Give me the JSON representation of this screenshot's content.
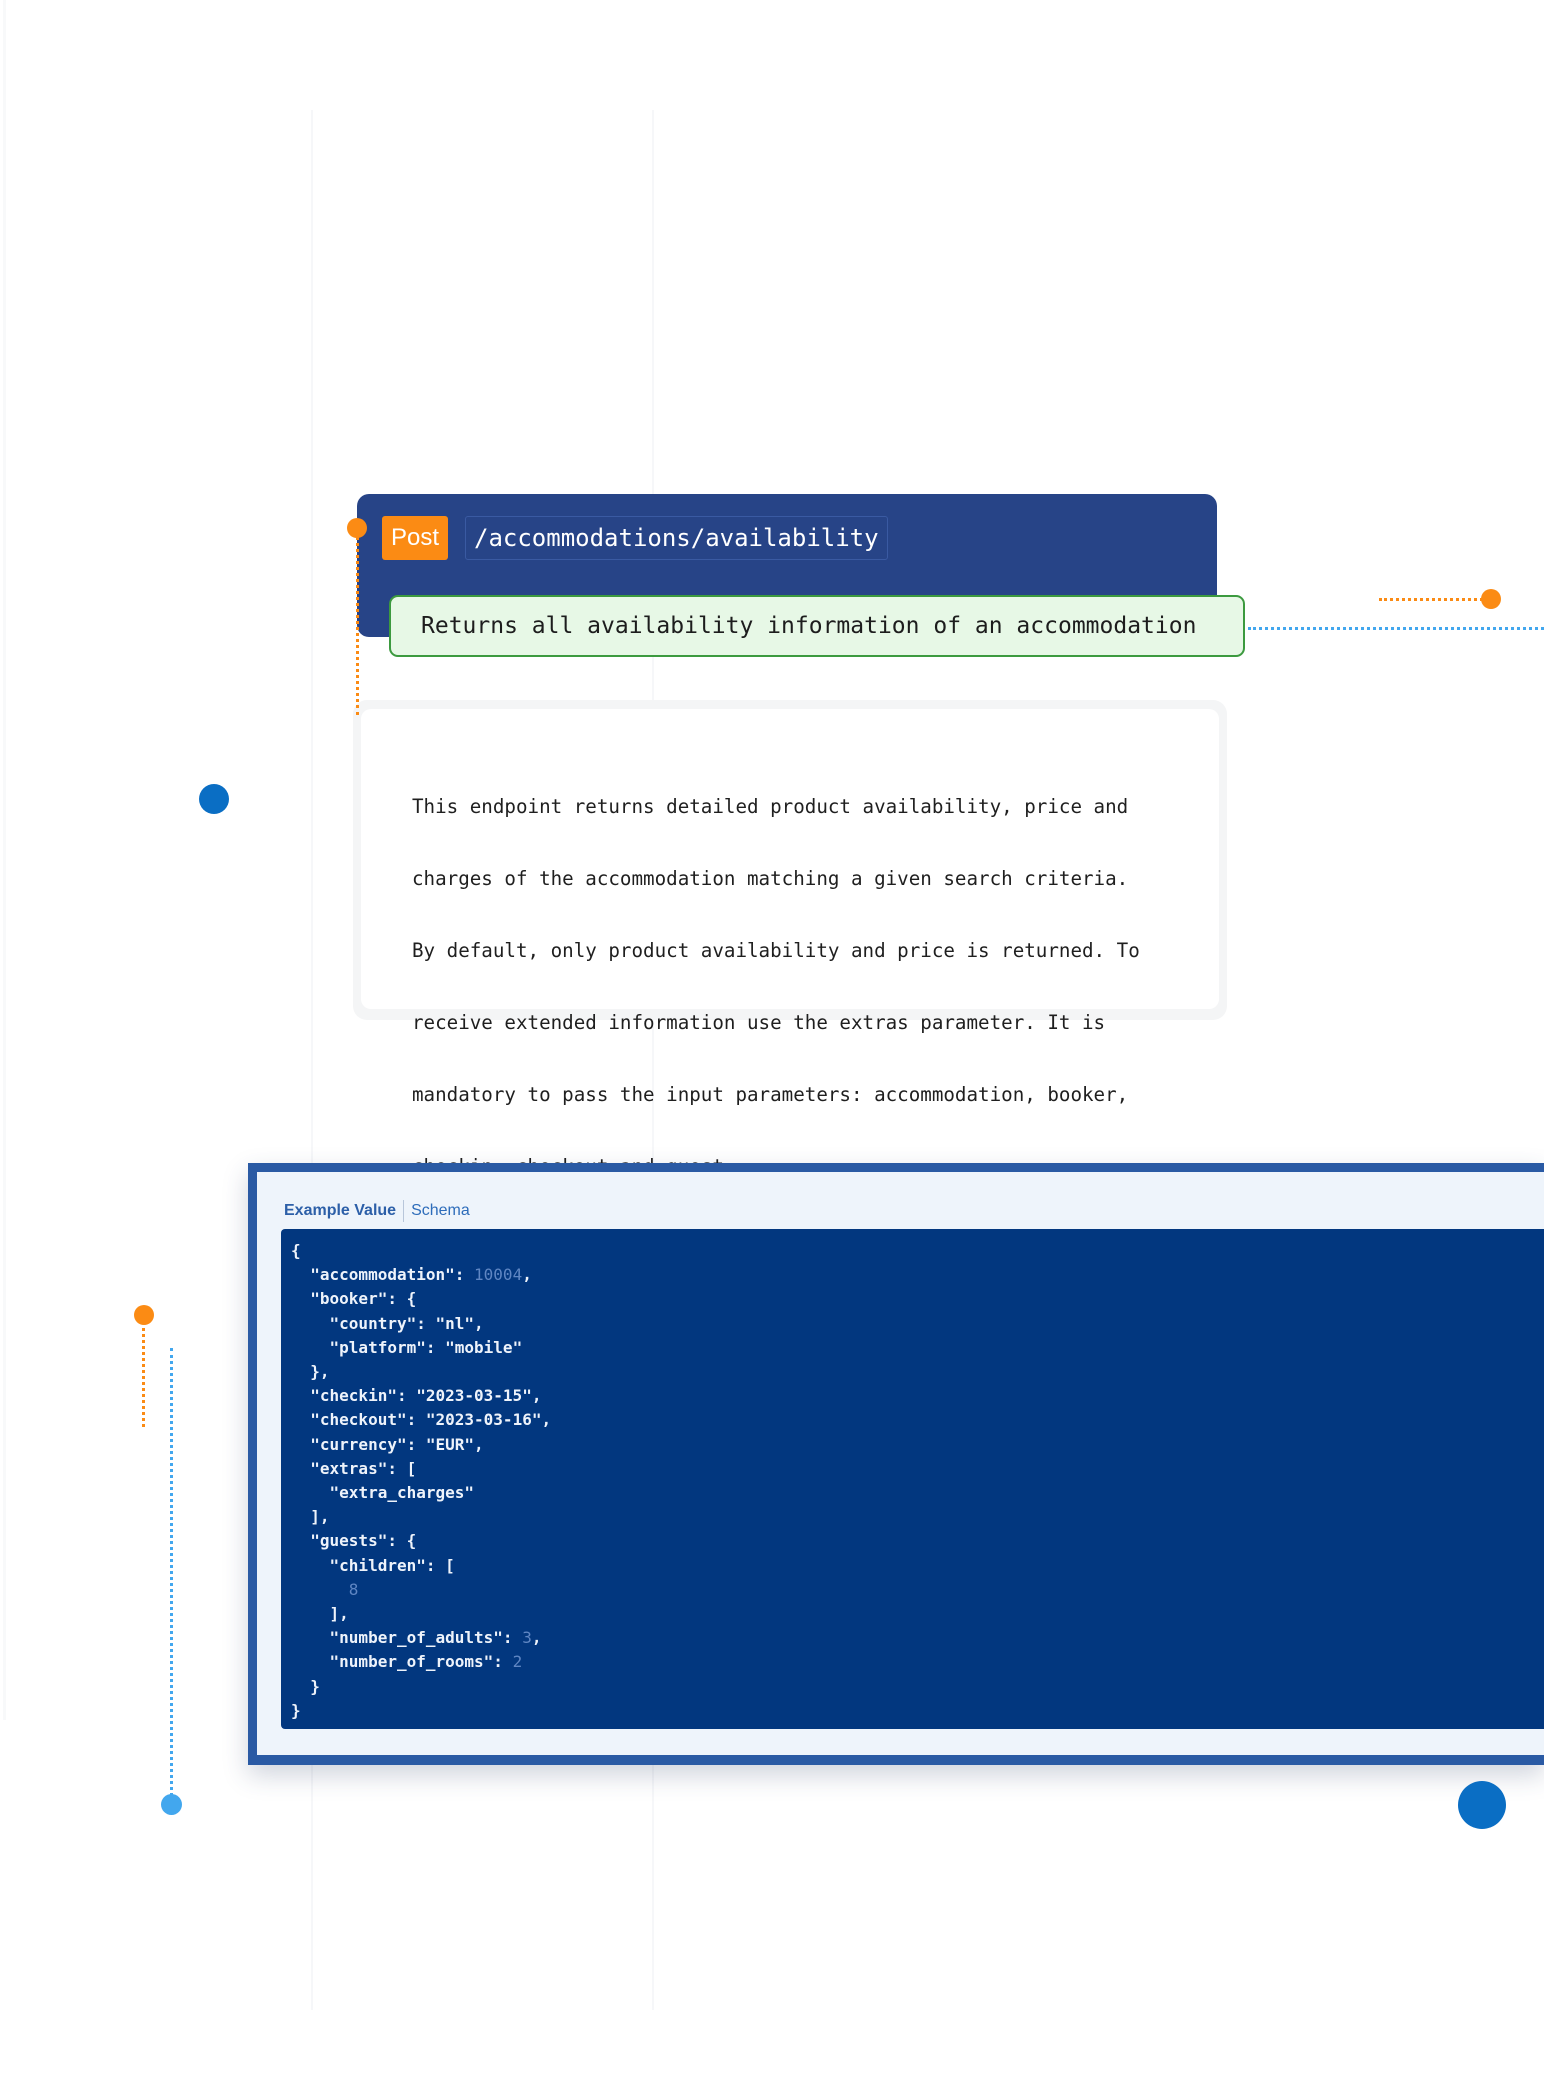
{
  "endpoint": {
    "method": "Post",
    "path": "/accommodations/availability",
    "summary": "Returns all availability information of an accommodation"
  },
  "description": {
    "lines": [
      "This endpoint returns detailed product availability, price and",
      "charges of the accommodation matching a given search criteria.",
      "By default, only product availability and price is returned. To",
      "receive extended information use the extras parameter. It is",
      "mandatory to pass the input parameters: accommodation, booker,",
      "checkin, checkout and guest."
    ]
  },
  "example": {
    "tabs": [
      {
        "label": "Example Value",
        "active": true
      },
      {
        "label": "Schema",
        "active": false
      }
    ],
    "code": {
      "accommodation": 10004,
      "booker": {
        "country": "nl",
        "platform": "mobile"
      },
      "checkin": "2023-03-15",
      "checkout": "2023-03-16",
      "currency": "EUR",
      "extras": [
        "extra_charges"
      ],
      "guests": {
        "children": [
          8
        ],
        "number_of_adults": 3,
        "number_of_rooms": 2
      }
    }
  },
  "colors": {
    "header_bg": "#274487",
    "method_badge": "#fb8b14",
    "summary_bg": "#e7f8e6",
    "summary_border": "#3c9a3f",
    "code_bg": "#02377f",
    "accent_orange": "#fb8b14",
    "accent_blue": "#0a6ec4",
    "accent_light_blue": "#42a7ee"
  }
}
